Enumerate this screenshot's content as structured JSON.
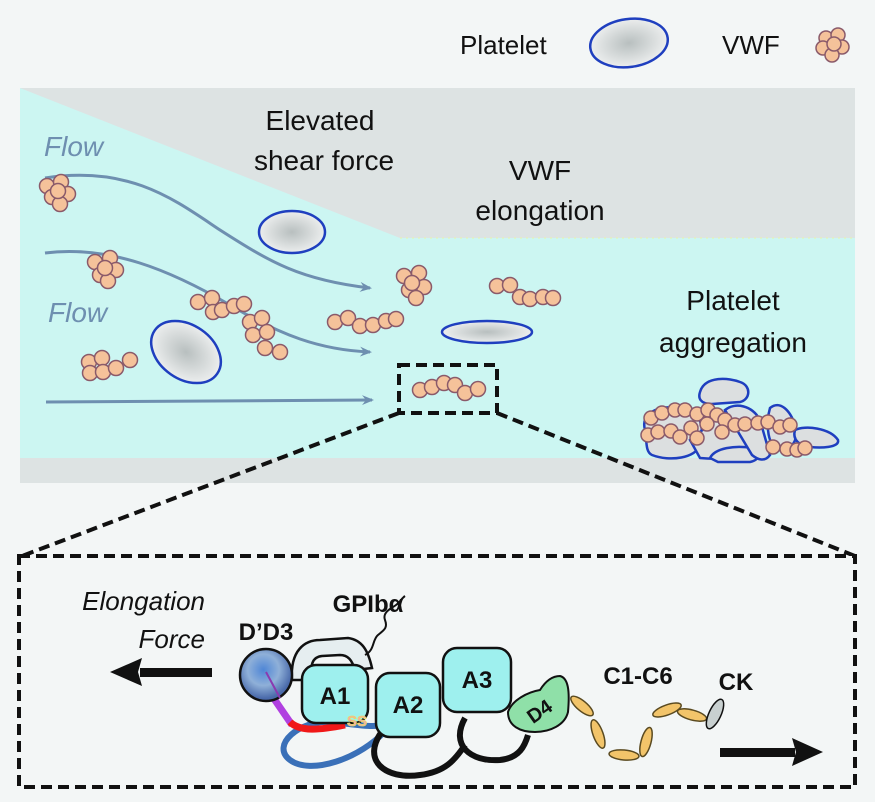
{
  "legend": {
    "platelet_label": "Platelet",
    "vwf_label": "VWF"
  },
  "vessel": {
    "flow_label_top": "Flow",
    "flow_label_bottom": "Flow",
    "shear_label_line1": "Elevated",
    "shear_label_line2": "shear force",
    "elongation_label_line1": "VWF",
    "elongation_label_line2": "elongation",
    "aggregation_label_line1": "Platelet",
    "aggregation_label_line2": "aggregation"
  },
  "inset": {
    "force_label_line1": "Elongation",
    "force_label_line2": "Force",
    "domains": {
      "dd3": "D’D3",
      "gp": "GPIbα",
      "a1": "A1",
      "a2": "A2",
      "a3": "A3",
      "d4": "D4",
      "c1c6": "C1-C6",
      "ck": "CK",
      "ss": "SS"
    }
  },
  "colors": {
    "vessel_lumen": "#ccf6f2",
    "vessel_wall": "#dde3e3",
    "vwf_fill": "#f5c29a",
    "vwf_stroke": "#8a5a6a",
    "platelet_stroke": "#1f3fbf",
    "platelet_fill": "#dcdfe0",
    "flow_arrow": "#6e8fb0",
    "a_domain_fill": "#9ef0ee",
    "d4_fill": "#8fe0a8",
    "c_domain_fill": "#f2c46a",
    "dd3_fill": "#6e90c8",
    "ck_fill": "#c8d0d0",
    "gp_fill": "#e6eef0",
    "linker_red": "#f01818",
    "linker_purple": "#b040e0",
    "linker_blue": "#3a70b8"
  }
}
